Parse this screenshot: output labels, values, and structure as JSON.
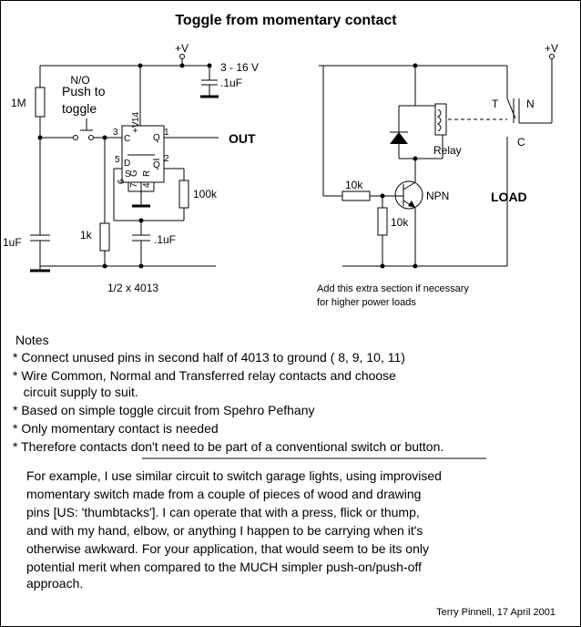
{
  "title": "Toggle from momentary contact",
  "left_circuit": {
    "supply_label": "+V",
    "supply_range": "3 - 16 V",
    "decoupling_cap": ".1uF",
    "resistor_top": "1M",
    "switch_type": "N/O",
    "switch_caption_1": "Push to",
    "switch_caption_2": "toggle",
    "cap_bottom_left": "1uF",
    "resistor_1k": "1k",
    "cap_center": ".1uF",
    "resistor_100k": "100k",
    "output_label": "OUT",
    "chip_caption": "1/2 x 4013",
    "pins": {
      "vdd": "+V",
      "pin14": "14",
      "c": "C",
      "pin3": "3",
      "q": "Q",
      "pin1": "1",
      "d": "D",
      "pin5": "5",
      "s": "S",
      "pin6": "6",
      "g": "G",
      "pin7": "7",
      "r": "R",
      "pin4": "4",
      "qbar": "Q",
      "pin2": "2"
    }
  },
  "right_circuit": {
    "supply_label": "+V",
    "relay_label": "Relay",
    "contact_t": "T",
    "contact_n": "N",
    "contact_c": "C",
    "base_resistor": "10k",
    "pulldown_resistor": "10k",
    "transistor_label": "NPN",
    "load_label": "LOAD",
    "caption_line1": "Add this extra section if necessary",
    "caption_line2": "for higher power loads"
  },
  "notes": {
    "heading": "Notes",
    "items": [
      "* Connect unused pins in second half of 4013 to ground ( 8, 9, 10, 11)",
      "* Wire Common, Normal and Transferred relay contacts and choose",
      "   circuit supply to suit.",
      "* Based on simple toggle circuit from Spehro Pefhany",
      "* Only momentary contact is needed",
      "* Therefore contacts don't need to be part of a conventional switch or button."
    ],
    "example_lines": [
      "For example, I use similar circuit to switch garage lights, using improvised",
      "momentary switch made from a couple of pieces of wood and drawing",
      "pins [US: 'thumbtacks']. I can operate that with a press, flick or thump,",
      "and with my hand, elbow, or anything I happen to be carrying when it's",
      "otherwise awkward. For your application, that would seem to be its only",
      "potential merit when compared to the MUCH simpler push-on/push-off",
      "approach."
    ]
  },
  "credit": "Terry Pinnell, 17 April 2001"
}
